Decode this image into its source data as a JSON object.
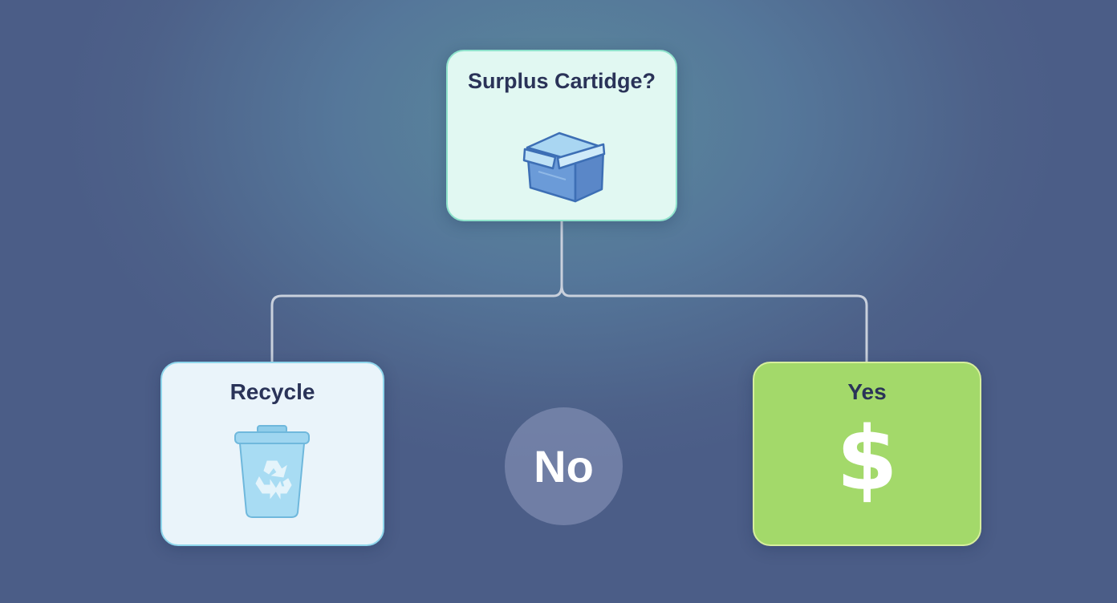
{
  "diagram": {
    "root": {
      "label": "Surplus Cartidge?",
      "icon": "box-icon"
    },
    "left_branch": {
      "label": "Recycle",
      "icon": "recycle-bin-icon"
    },
    "right_branch": {
      "label": "Yes",
      "icon": "dollar-icon",
      "symbol": "$"
    },
    "decision_badge": {
      "label": "No"
    }
  },
  "colors": {
    "background": "#4d6189",
    "root_fill": "#e1f8f2",
    "recycle_fill": "#eaf4fa",
    "yes_fill": "#a3d96a",
    "connector": "#c9d0dc"
  }
}
